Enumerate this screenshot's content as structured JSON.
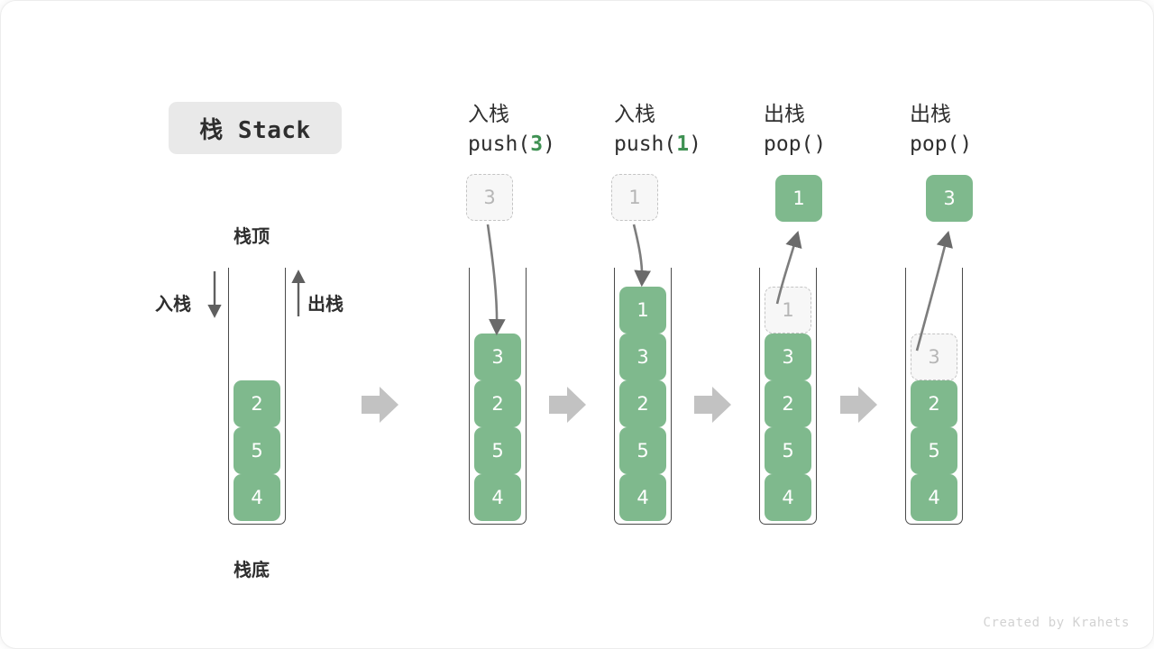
{
  "diagram": {
    "title": "栈 Stack",
    "footer": "Created by Krahets",
    "colors": {
      "element_green": "#7fb98d",
      "accent_green": "#3f9153",
      "ghost_border": "#c4c4c4",
      "ghost_fill": "#f7f7f7",
      "wall": "#4a4a4a",
      "flow_arrow": "#c0c0c0",
      "title_chip_bg": "#e9e9e9"
    },
    "annotations": {
      "top_label": "栈顶",
      "bottom_label": "栈底",
      "push_label": "入栈",
      "pop_label": "出栈"
    },
    "steps": [
      {
        "id": "initial",
        "header_cn": "",
        "header_code": "",
        "header_arg": "",
        "stack": [
          "2",
          "5",
          "4"
        ],
        "ghost_in_stack": null,
        "float_box": null,
        "float_box_kind": null
      },
      {
        "id": "push-3",
        "header_cn": "入栈",
        "header_code_prefix": "push(",
        "header_arg": "3",
        "header_code_suffix": ")",
        "stack": [
          "3",
          "2",
          "5",
          "4"
        ],
        "ghost_in_stack": null,
        "float_box": "3",
        "float_box_kind": "ghost"
      },
      {
        "id": "push-1",
        "header_cn": "入栈",
        "header_code_prefix": "push(",
        "header_arg": "1",
        "header_code_suffix": ")",
        "stack": [
          "1",
          "3",
          "2",
          "5",
          "4"
        ],
        "ghost_in_stack": null,
        "float_box": "1",
        "float_box_kind": "ghost"
      },
      {
        "id": "pop-1",
        "header_cn": "出栈",
        "header_code_prefix": "pop(",
        "header_arg": "",
        "header_code_suffix": ")",
        "stack": [
          "3",
          "2",
          "5",
          "4"
        ],
        "ghost_in_stack": "1",
        "float_box": "1",
        "float_box_kind": "solid"
      },
      {
        "id": "pop-3",
        "header_cn": "出栈",
        "header_code_prefix": "pop(",
        "header_arg": "",
        "header_code_suffix": ")",
        "stack": [
          "2",
          "5",
          "4"
        ],
        "ghost_in_stack": "3",
        "float_box": "3",
        "float_box_kind": "solid"
      }
    ]
  }
}
